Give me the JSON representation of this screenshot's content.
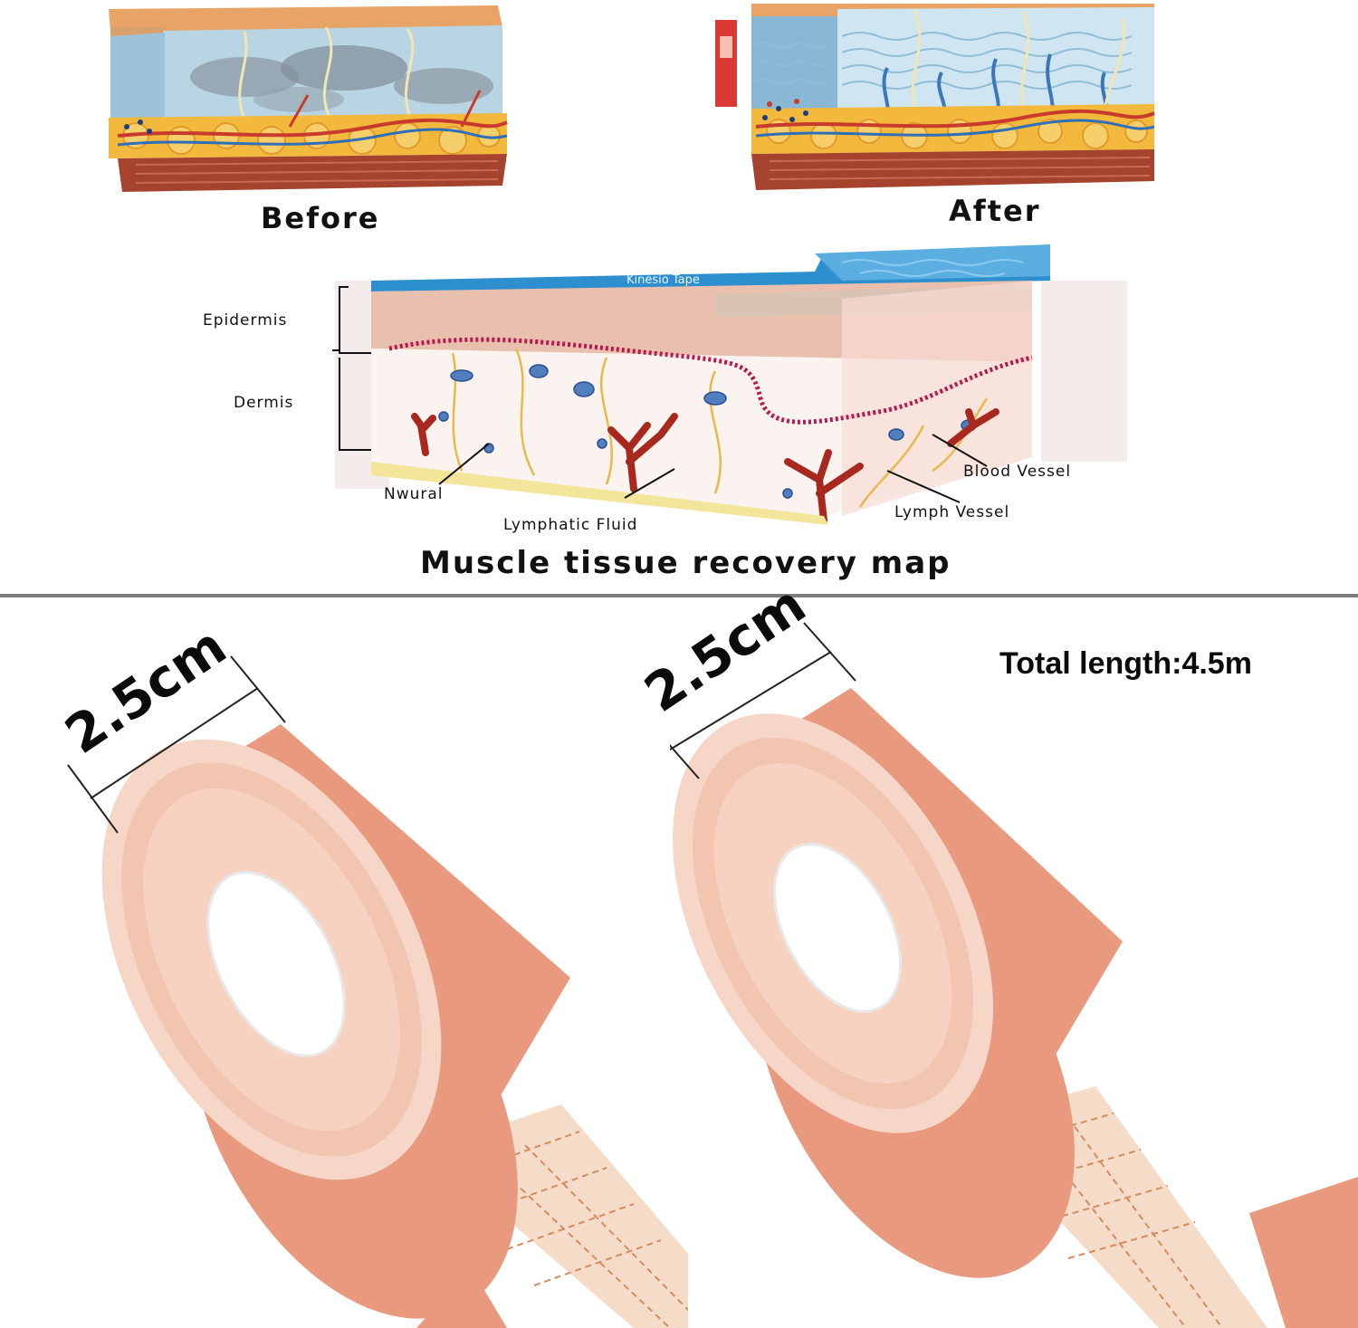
{
  "top_panel": {
    "before_label": "Before",
    "after_label": "After",
    "tape_label": "Kinesio Tape",
    "labels": {
      "epidermis": "Epidermis",
      "dermis": "Dermis",
      "nwural": "Nwural",
      "lymphatic_fluid": "Lymphatic Fluid",
      "blood_vessel": "Blood Vessel",
      "lymph_vessel": "Lymph Vessel"
    },
    "title": "Muscle tissue recovery map"
  },
  "bottom_panel": {
    "roll_left_width": "2.5cm",
    "roll_right_width": "2.5cm",
    "total_length": "Total length:4.5m"
  },
  "colors": {
    "tape": "#e99a7e",
    "skin_top": "#e2a86a",
    "muscle": "#a5432e",
    "water": "#bcd9ea",
    "kinesio_blue": "#2e8fcf",
    "divider": "#7d7d7d"
  }
}
